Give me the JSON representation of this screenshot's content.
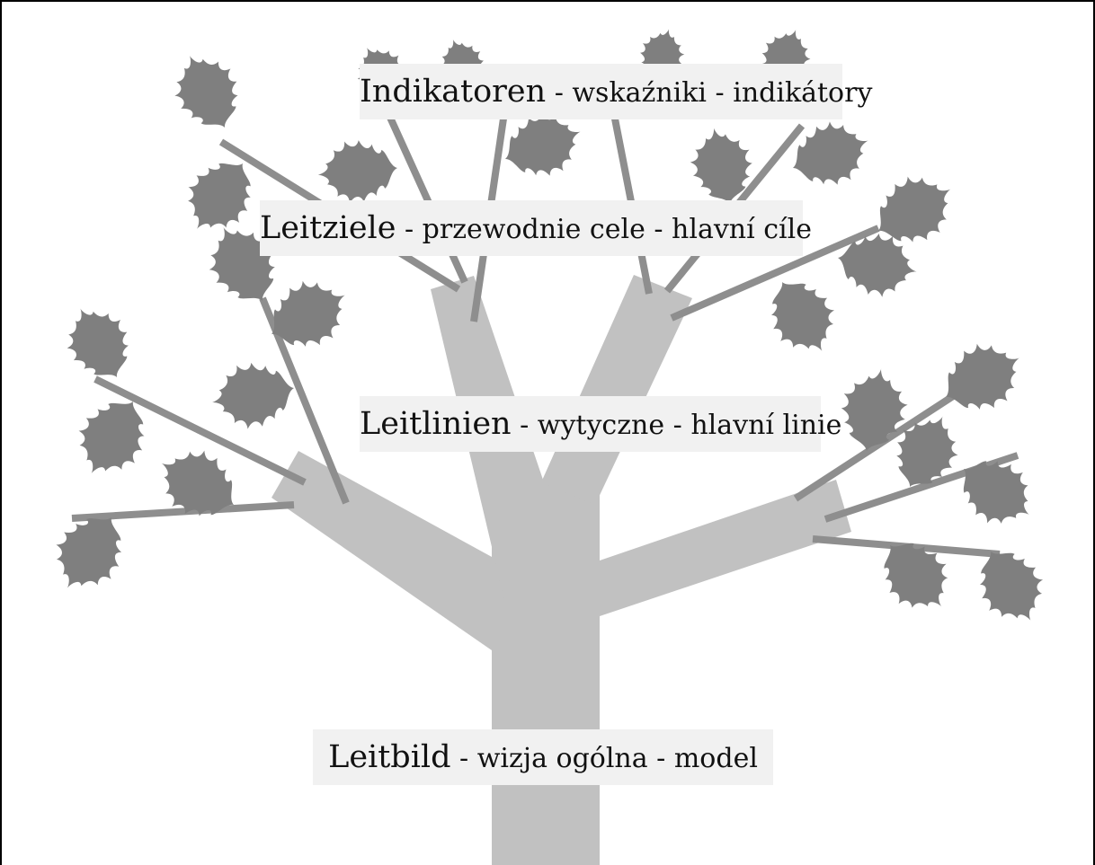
{
  "diagram": {
    "colors": {
      "trunk": "#c1c1c1",
      "branch": "#8e8e8e",
      "leaf": "#7f7f7f",
      "label_bg": "#f1f1f1",
      "border": "#000000"
    },
    "labels": {
      "indikatoren": {
        "de": "Indikatoren",
        "rest": " - wskaźniki - indikátory"
      },
      "leitziele": {
        "de": "Leitziele",
        "rest": " - przewodnie cele - hlavní cíle"
      },
      "leitlinien": {
        "de": "Leitlinien",
        "rest": " - wytyczne - hlavní linie"
      },
      "leitbild": {
        "de": "Leitbild",
        "rest": " - wizja ogólna - model"
      }
    },
    "icons": [
      "oak-leaf-icon"
    ]
  }
}
